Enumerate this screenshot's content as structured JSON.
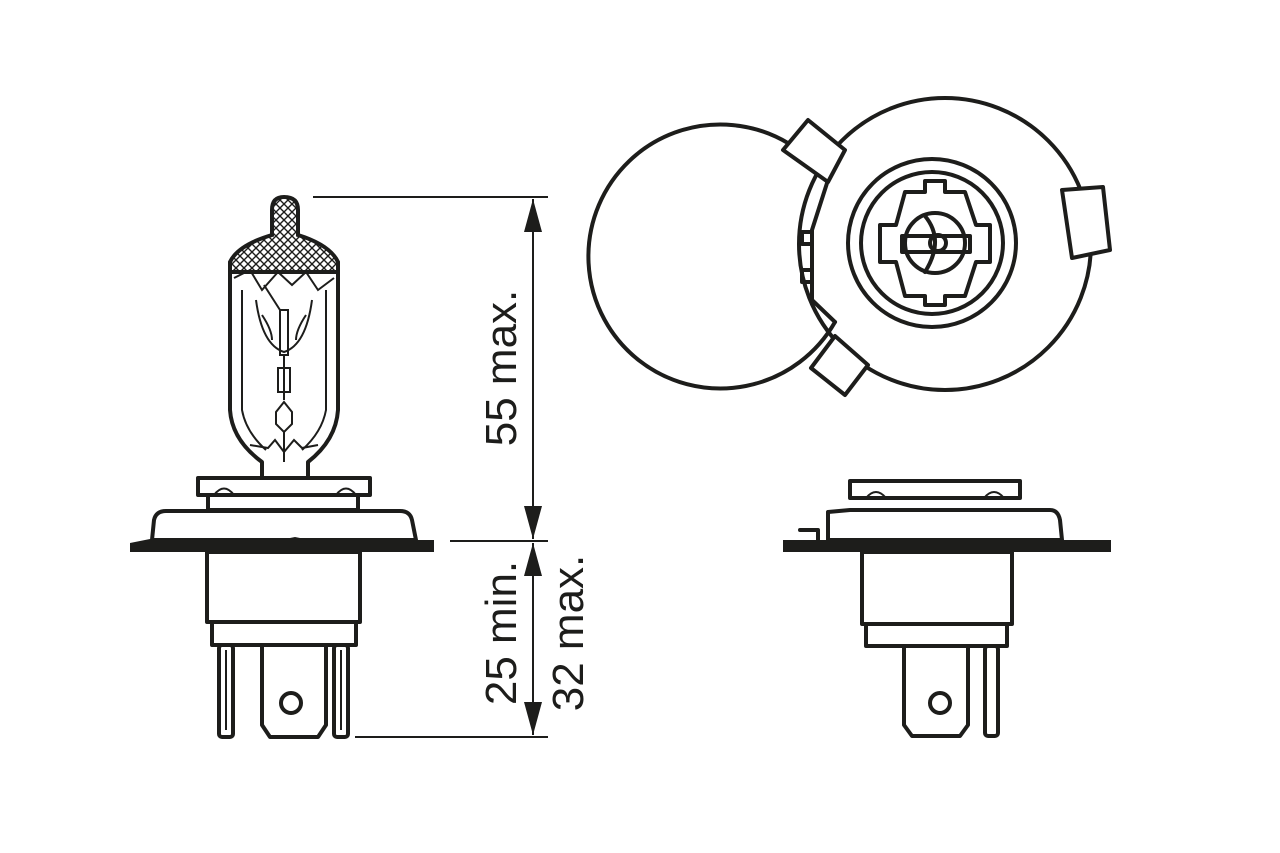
{
  "drawing": {
    "dimensions": {
      "overall_height": "55 max.",
      "base_min": "25 min.",
      "base_max": "32 max."
    },
    "line_color": "#1d1d1b",
    "background": "#ffffff"
  }
}
